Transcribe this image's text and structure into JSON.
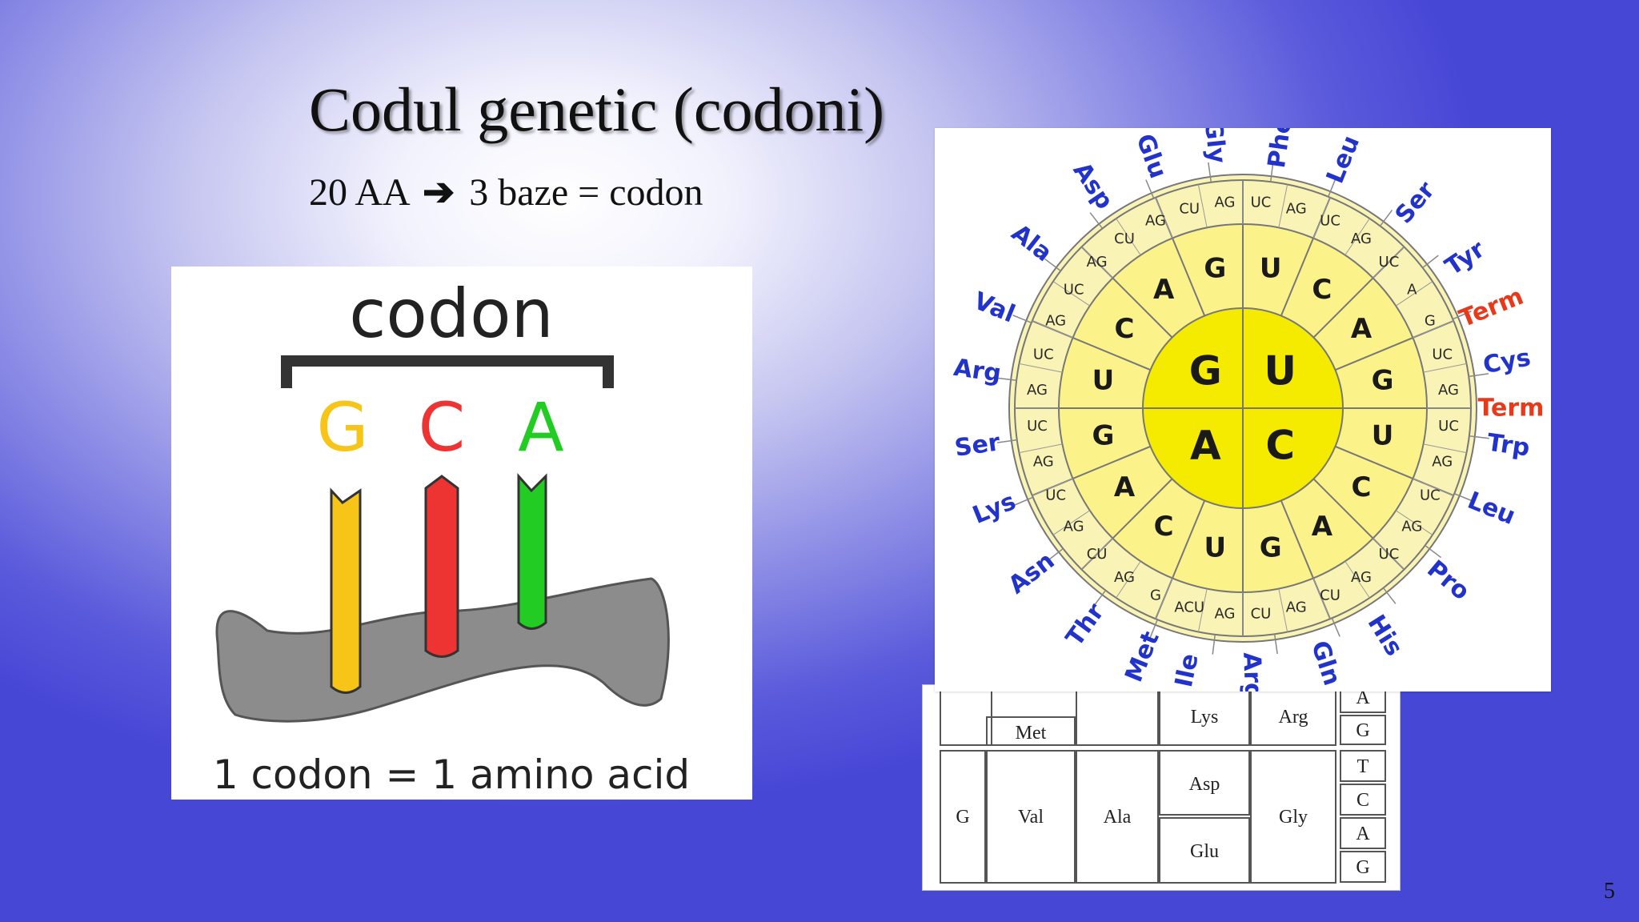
{
  "slide": {
    "title": "Codul genetic (codoni)",
    "subtitle_left": "20 AA",
    "subtitle_arrow": "➔",
    "subtitle_right": "3 baze = codon",
    "page_number": "5"
  },
  "codon_figure": {
    "heading": "codon",
    "bases": [
      {
        "letter": "G",
        "color": "#f7c418"
      },
      {
        "letter": "C",
        "color": "#ee3333"
      },
      {
        "letter": "A",
        "color": "#22cc22"
      }
    ],
    "caption": "1 codon = 1 amino acid",
    "ribbon_color": "#8c8c8c"
  },
  "codon_table": {
    "rows": [
      {
        "first": "",
        "second": "Met",
        "third": "",
        "lys": "Lys",
        "arg": "Arg",
        "codons": [
          "A",
          "G"
        ]
      },
      {
        "first": "G",
        "second": "Val",
        "third": "Ala",
        "asp": "Asp",
        "glu": "Glu",
        "gly": "Gly",
        "codons": [
          "T",
          "C",
          "A",
          "G"
        ]
      }
    ]
  },
  "codon_wheel": {
    "inner": [
      "U",
      "C",
      "A",
      "G"
    ],
    "middle": [
      "U",
      "C",
      "A",
      "G",
      "U",
      "C",
      "A",
      "G",
      "U",
      "C",
      "A",
      "G",
      "U",
      "C",
      "A",
      "G"
    ],
    "outer": [
      "UC",
      "AG",
      "UC",
      "AG",
      "UC",
      "A",
      "G",
      "UC",
      "AG",
      "UC",
      "AG",
      "UC",
      "AG",
      "UC",
      "AG",
      "CU",
      "AG",
      "CU",
      "AG",
      "ACU",
      "G",
      "AG",
      "CU",
      "AG",
      "UC",
      "AG",
      "UC",
      "AG",
      "UC",
      "AG",
      "UC",
      "AG",
      "CU",
      "AG",
      "CU",
      "AG"
    ],
    "amino_acids": [
      {
        "name": "Phe",
        "color": "#2233cc"
      },
      {
        "name": "Leu",
        "color": "#2233cc"
      },
      {
        "name": "Ser",
        "color": "#2233cc"
      },
      {
        "name": "Tyr",
        "color": "#2233cc"
      },
      {
        "name": "Term",
        "color": "#e83a1a"
      },
      {
        "name": "Cys",
        "color": "#2233cc"
      },
      {
        "name": "Term",
        "color": "#e83a1a"
      },
      {
        "name": "Trp",
        "color": "#2233cc"
      },
      {
        "name": "Leu",
        "color": "#2233cc"
      },
      {
        "name": "Pro",
        "color": "#2233cc"
      },
      {
        "name": "His",
        "color": "#2233cc"
      },
      {
        "name": "Gln",
        "color": "#2233cc"
      },
      {
        "name": "Arg",
        "color": "#2233cc"
      },
      {
        "name": "Ile",
        "color": "#2233cc"
      },
      {
        "name": "Met",
        "color": "#2233cc"
      },
      {
        "name": "Thr",
        "color": "#2233cc"
      },
      {
        "name": "Asn",
        "color": "#2233cc"
      },
      {
        "name": "Lys",
        "color": "#2233cc"
      },
      {
        "name": "Ser",
        "color": "#2233cc"
      },
      {
        "name": "Arg",
        "color": "#2233cc"
      },
      {
        "name": "Val",
        "color": "#2233cc"
      },
      {
        "name": "Ala",
        "color": "#2233cc"
      },
      {
        "name": "Asp",
        "color": "#2233cc"
      },
      {
        "name": "Glu",
        "color": "#2233cc"
      },
      {
        "name": "Gly",
        "color": "#2233cc"
      }
    ],
    "colors": {
      "core": "#f5eb00",
      "ring": "#fbf38a",
      "outer": "#faf3b6"
    }
  }
}
